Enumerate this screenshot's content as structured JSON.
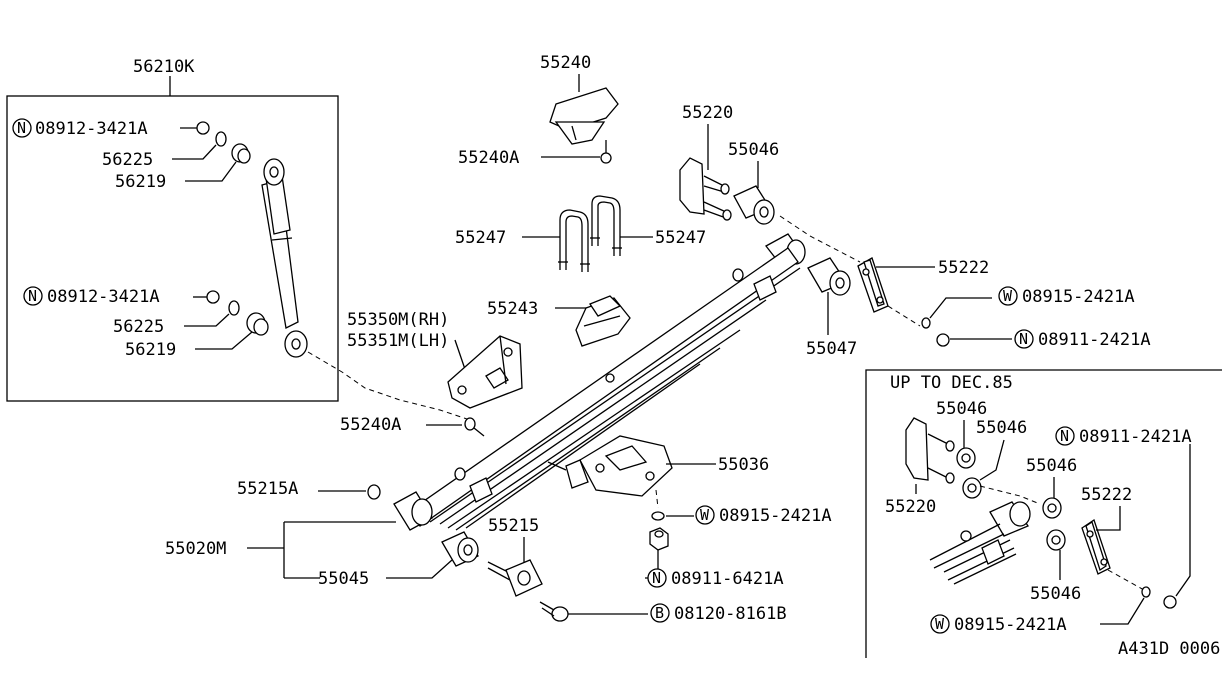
{
  "diagram_id": "A431D 0006",
  "inset_title": "UP TO DEC.85",
  "prefixes": {
    "n": "N",
    "w": "W",
    "b": "B"
  },
  "labels": {
    "l56210K": "56210K",
    "l08912a": "08912-3421A",
    "l56225a": "56225",
    "l56219a": "56219",
    "l08912b": "08912-3421A",
    "l56225b": "56225",
    "l56219b": "56219",
    "l55240": "55240",
    "l55240A_top": "55240A",
    "l55220": "55220",
    "l55046": "55046",
    "l55247a": "55247",
    "l55247b": "55247",
    "l55222": "55222",
    "l08915a": "08915-2421A",
    "l55243": "55243",
    "l55047": "55047",
    "l08911a": "08911-2421A",
    "l55350M": "55350M(RH)",
    "l55351M": "55351M(LH)",
    "l55240A_mid": "55240A",
    "l55036": "55036",
    "l55215A": "55215A",
    "l55215": "55215",
    "l08915b": "08915-2421A",
    "l55020M": "55020M",
    "l55045": "55045",
    "l08911b": "08911-6421A",
    "l08120": "08120-8161B",
    "i55046a": "55046",
    "i55046b": "55046",
    "i08911": "08911-2421A",
    "i55046c": "55046",
    "i55220": "55220",
    "i55222": "55222",
    "i55046d": "55046",
    "i08915": "08915-2421A"
  }
}
